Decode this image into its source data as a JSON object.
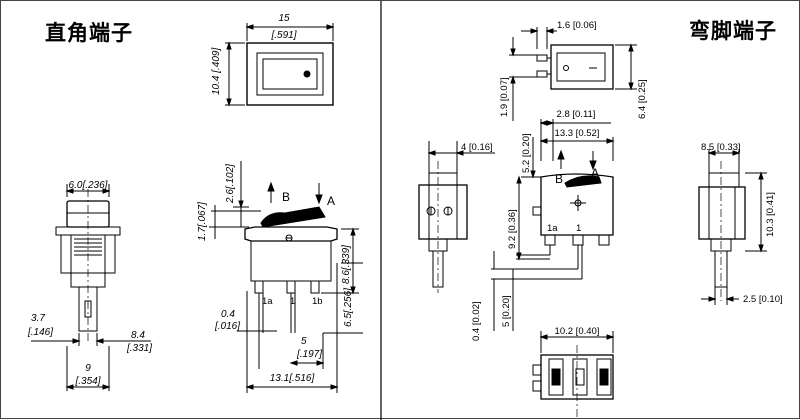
{
  "left_title": "直角端子",
  "right_title": "弯脚端子",
  "left": {
    "top_w": "15",
    "top_w_in": "[.591]",
    "top_h": "10.4",
    "top_h_in": "[.409]",
    "side_w": "6.0",
    "side_w_in": "[.236]",
    "d37": "3.7",
    "d37_in": "[.146]",
    "d9": "9",
    "d9_in": "[.354]",
    "d84": "8.4",
    "d84_in": "[.331]",
    "d26": "2.6",
    "d26_in": "[.102]",
    "d17": "1.7",
    "d17_in": "[.067]",
    "d86": "8.6",
    "d86_in": "[.339]",
    "d65": "6.5",
    "d65_in": "[.256]",
    "d04": "0.4",
    "d04_in": "[.016]",
    "d5": "5",
    "d5_in": "[.197]",
    "d131": "13.1",
    "d131_in": "[.516]",
    "labelB": "B",
    "labelA": "A",
    "t1a": "1a",
    "t1": "1",
    "t1b": "1b"
  },
  "right": {
    "d16": "1.6 [0.06]",
    "d19": "1.9 [0.07]",
    "d64": "6.4 [0.25]",
    "d28": "2.8 [0.11]",
    "d133": "13.3 [0.52]",
    "d4": "4 [0.16]",
    "d52": "5.2 [0.20]",
    "d92": "9.2 [0.36]",
    "d85": "8.5 [0.33]",
    "d103": "10.3 [0.41]",
    "d25": "2.5 [0.10]",
    "d04": "0.4 [0.02]",
    "d5": "5 [0.20]",
    "d102": "10.2 [0.40]",
    "labelB": "B",
    "labelA": "A",
    "t1a": "1a",
    "t1": "1"
  }
}
